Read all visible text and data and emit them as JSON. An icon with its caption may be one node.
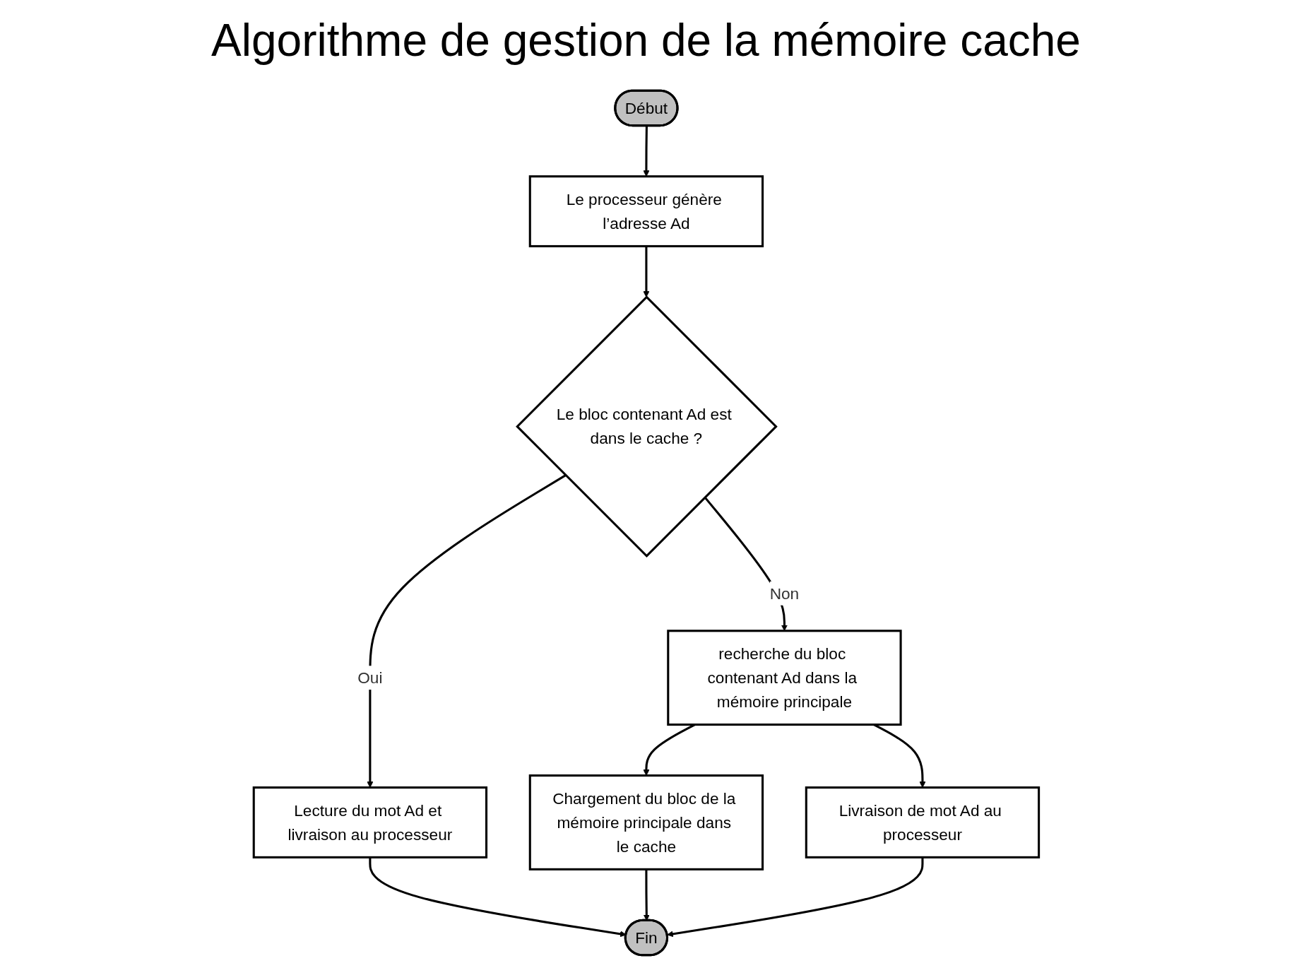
{
  "diagram": {
    "title": "Algorithme de gestion de la mémoire cache",
    "nodes": [
      {
        "text": [
          "Début"
        ]
      },
      {
        "text": [
          "Le processeur génère l’adresse Ad"
        ]
      },
      {
        "text": [
          "Le bloc contenant Ad est dans le cache ?"
        ]
      },
      {
        "text": [
          "recherche du bloc contenant Ad dans la mémoire principale"
        ]
      },
      {
        "text": [
          "Lecture du mot Ad et livraison au processeur"
        ]
      },
      {
        "text": [
          "Chargement du bloc de la mémoire principale dans le cache"
        ]
      },
      {
        "text": [
          "Livraison de mot Ad au processeur"
        ]
      },
      {
        "text": [
          "Fin"
        ]
      }
    ],
    "edges": [
      {
        "from": 0,
        "to": 1,
        "arrow": "to"
      },
      {
        "from": 1,
        "to": 2,
        "arrow": "to"
      },
      {
        "from": 2,
        "to": 3,
        "arrow": "to",
        "label": "Non"
      },
      {
        "from": 2,
        "to": 4,
        "arrow": "to",
        "label": "Oui"
      },
      {
        "from": 3,
        "to": 5,
        "arrow": "to"
      },
      {
        "from": 3,
        "to": 6,
        "arrow": "to"
      },
      {
        "from": 4,
        "to": 7,
        "arrow": "to"
      },
      {
        "from": 5,
        "to": 7,
        "arrow": "to"
      },
      {
        "from": 6,
        "to": 7,
        "arrow": "to"
      }
    ]
  }
}
